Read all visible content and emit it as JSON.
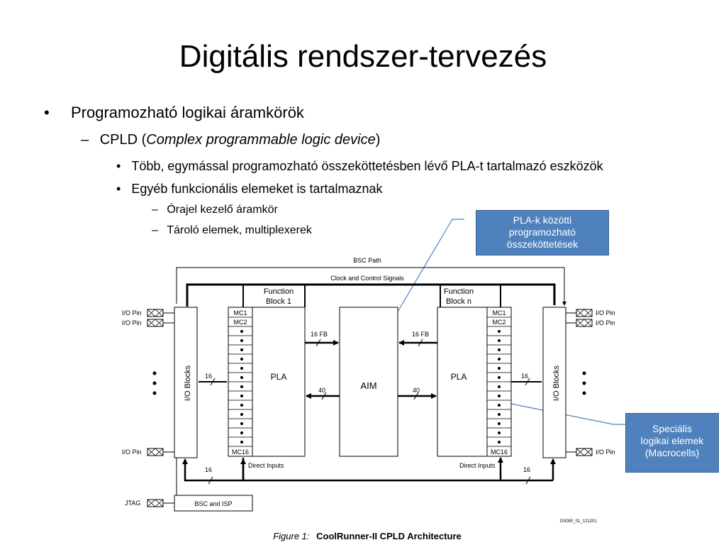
{
  "slide": {
    "title": "Digitális rendszer-tervezés",
    "bullets": {
      "l1_mark": "•",
      "l1": "Programozható logikai áramkörök",
      "l2_mark": "–",
      "l2_prefix": "CPLD (",
      "l2_italic": "Complex programmable logic device",
      "l2_suffix": ")",
      "l3_mark": "•",
      "l3a": "Több, egymással programozható összeköttetésben lévő PLA-t tartalmazó eszközök",
      "l3b": "Egyéb funkcionális elemeket is tartalmaznak",
      "l4_mark": "–",
      "l4a": "Órajel kezelő áramkör",
      "l4b": "Tároló elemek, multiplexerek"
    },
    "callouts": {
      "top": [
        "PLA-k közötti",
        "programozható",
        "összeköttetések"
      ],
      "bottom": [
        "Speciális",
        "logikai elemek",
        "(Macrocells)"
      ]
    }
  },
  "figure": {
    "bsc_path": "BSC Path",
    "clock": "Clock and Control Signals",
    "fb1": [
      "Function",
      "Block 1"
    ],
    "fbn": [
      "Function",
      "Block n"
    ],
    "pla": "PLA",
    "aim": "AIM",
    "io_blocks": "I/O Blocks",
    "io_pin": "I/O Pin",
    "mc1": "MC1",
    "mc2": "MC2",
    "mc16": "MC16",
    "fb16": "16 FB",
    "n16": "16",
    "n40": "40",
    "direct_inputs": "Direct Inputs",
    "jtag": "JTAG",
    "bsc_isp": "BSC and ISP",
    "code": "DS090_01_121201",
    "caption_label": "Figure 1:",
    "caption_text": "CoolRunner-II CPLD Architecture"
  }
}
